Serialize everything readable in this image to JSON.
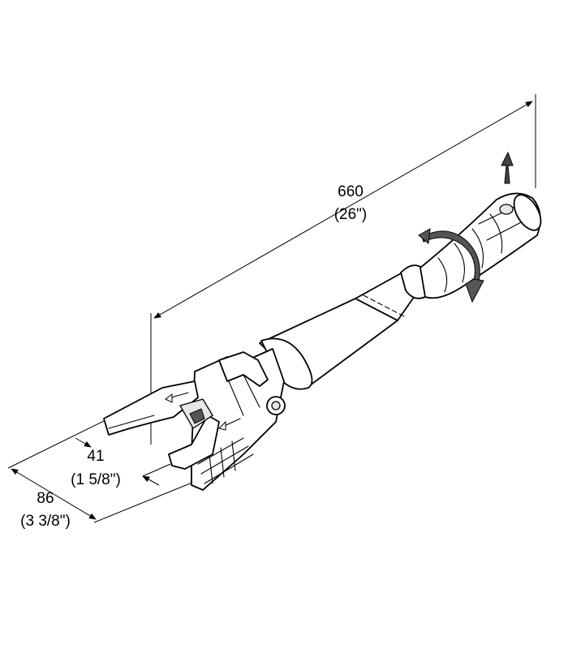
{
  "dimensions": {
    "overall_length": {
      "metric": "660",
      "imperial": "(26\")"
    },
    "jaw_opening": {
      "metric": "41",
      "imperial": "(1 5/8\")"
    },
    "jaw_width": {
      "metric": "86",
      "imperial": "(3 3/8\")"
    }
  },
  "icons": [
    "pull-arrow-icon",
    "rotate-arrow-icon",
    "jaw-arrow-icon"
  ]
}
